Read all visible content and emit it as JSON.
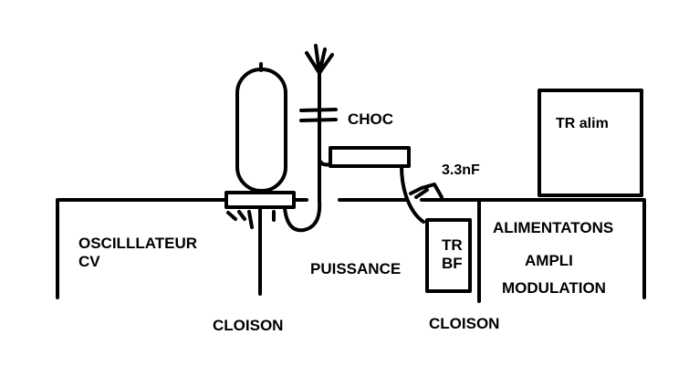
{
  "labels": {
    "choc": "CHOC",
    "capacitor_value": "3.3nF",
    "tr_alim": "TR alim",
    "alimentations": "ALIMENTATONS",
    "ampli": "AMPLI",
    "modulation": "MODULATION",
    "oscillateur_line1": "OSCILLLATEUR",
    "oscillateur_line2": "CV",
    "puissance": "PUISSANCE",
    "tr_bf_line1": "TR",
    "tr_bf_line2": "BF",
    "cloison_left": "CLOISON",
    "cloison_right": "CLOISON"
  },
  "colors": {
    "ink": "#000000",
    "background": "#ffffff"
  }
}
